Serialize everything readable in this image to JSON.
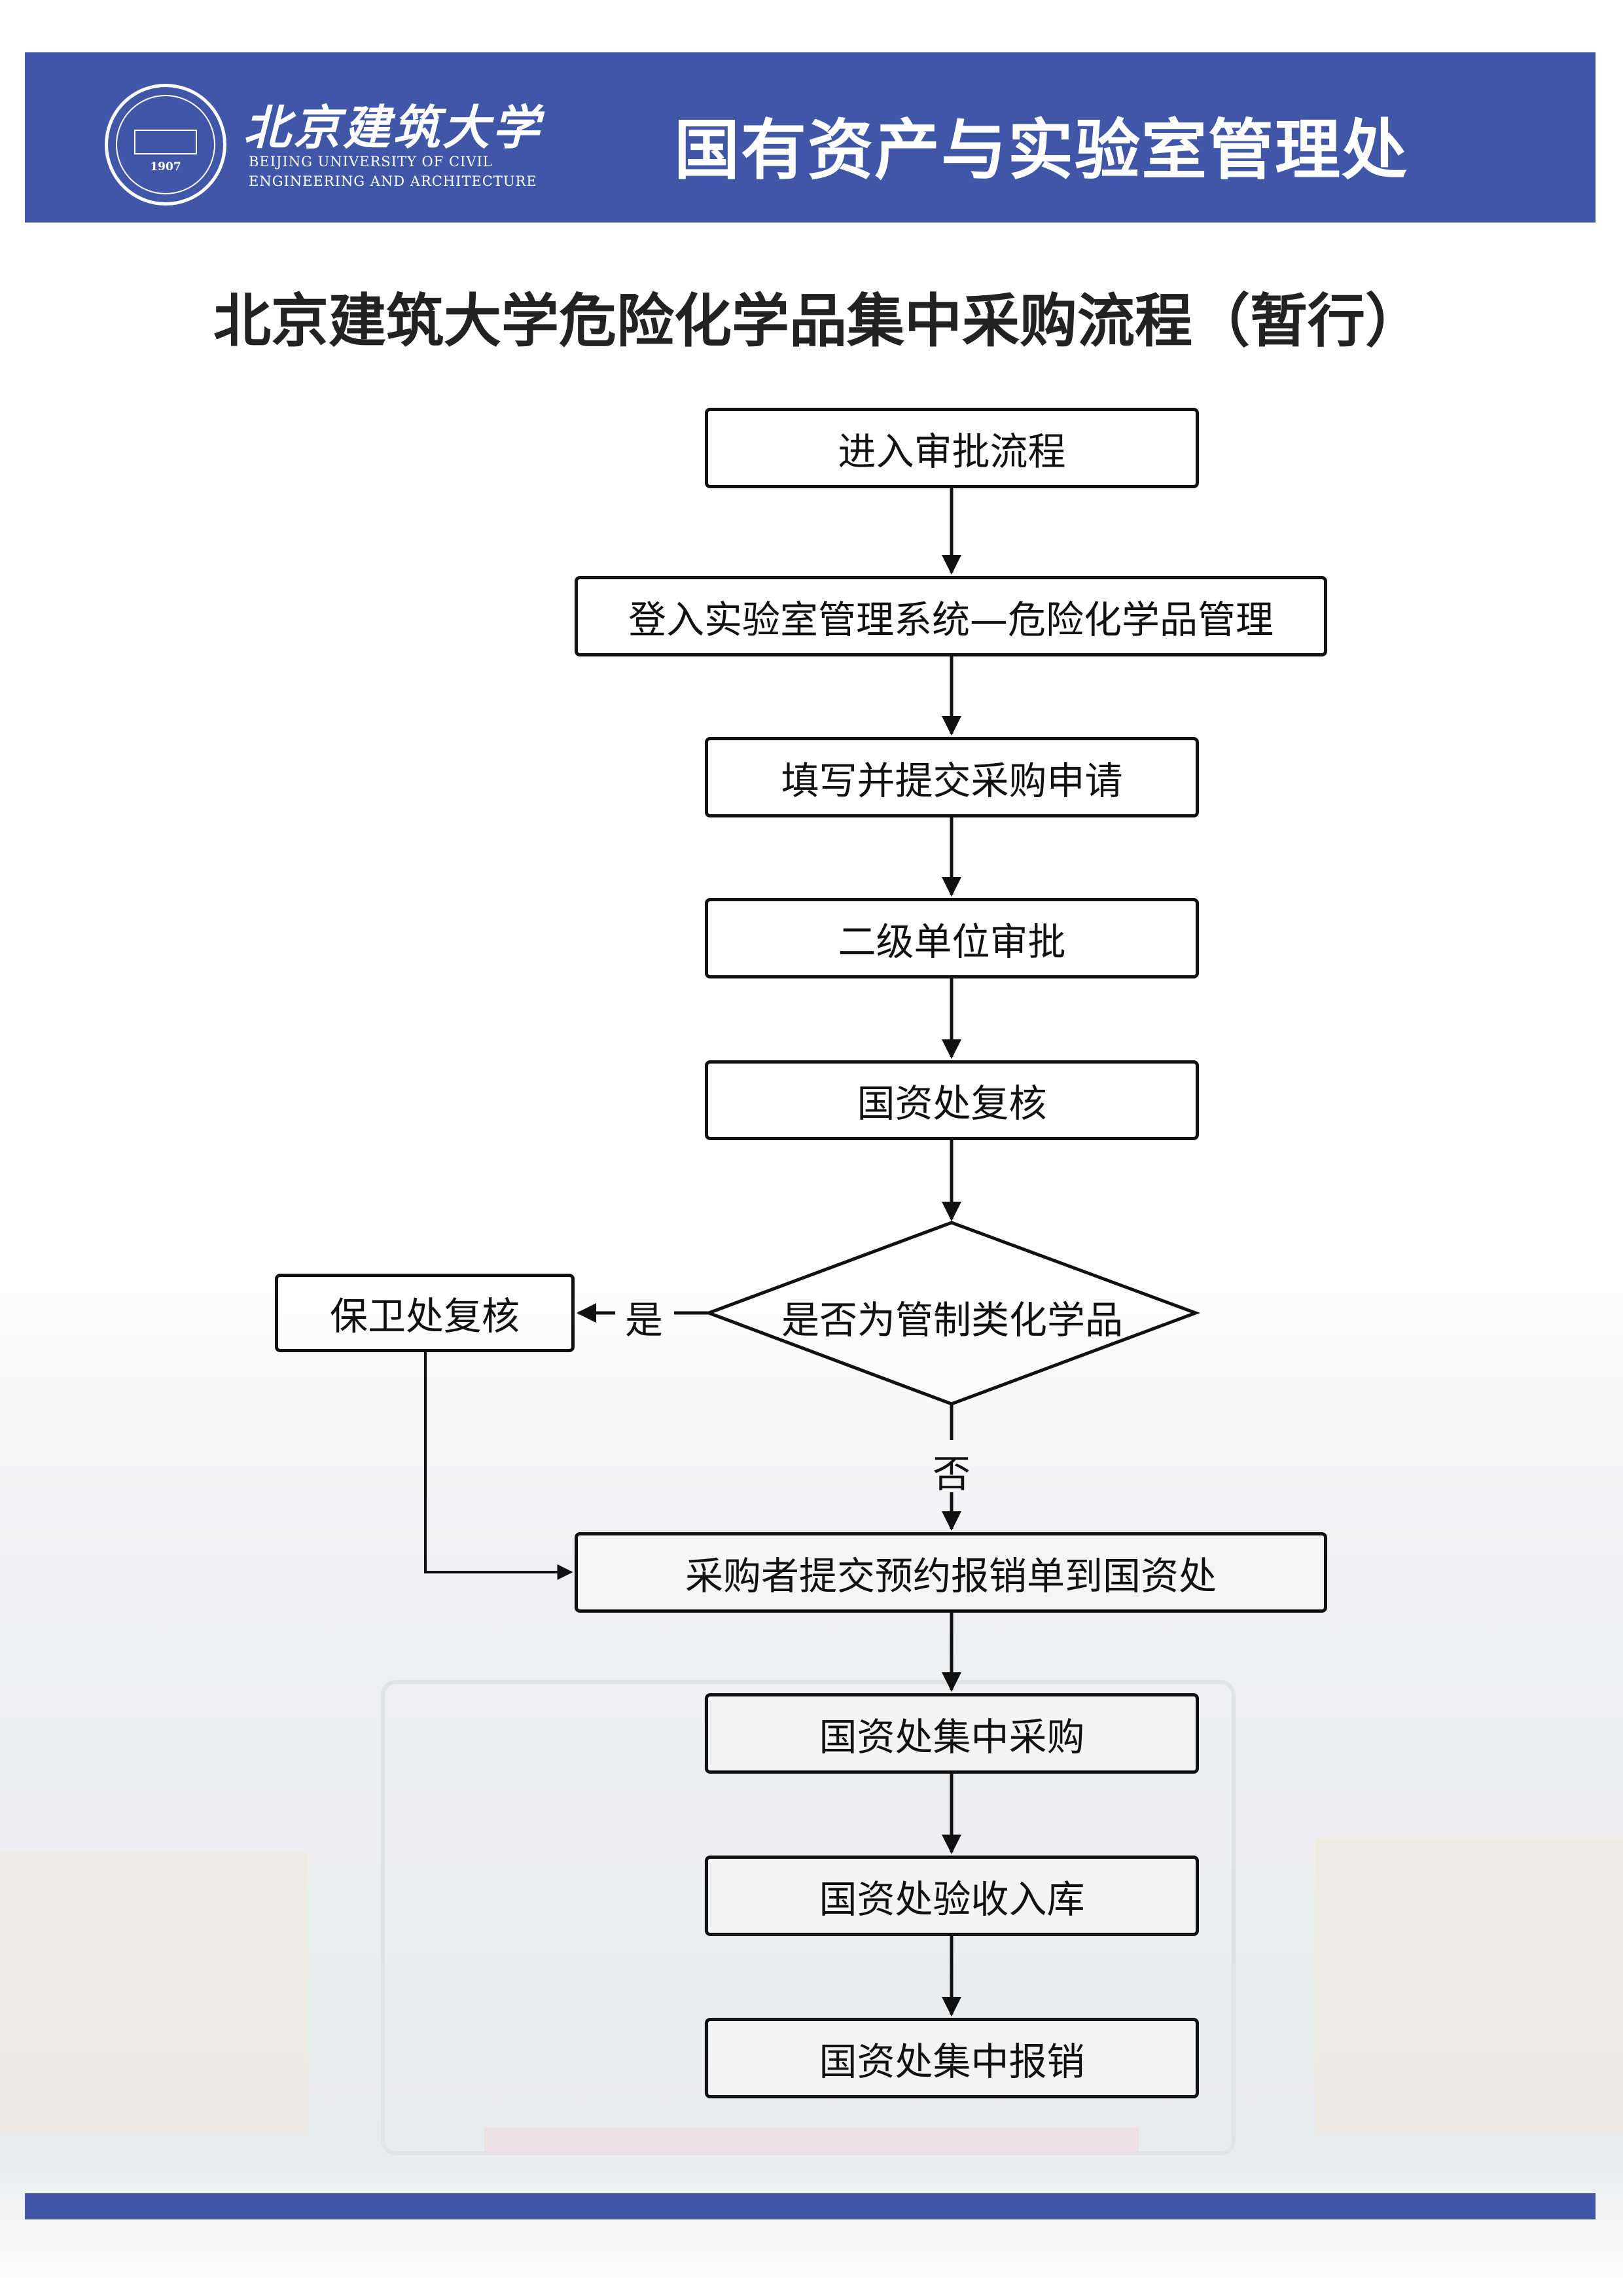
{
  "header": {
    "logo_cn": "北京建筑大学",
    "logo_en_line1": "BEIJING UNIVERSITY OF CIVIL",
    "logo_en_line2": "ENGINEERING AND ARCHITECTURE",
    "seal_year": "1907",
    "department": "国有资产与实验室管理处"
  },
  "title": "北京建筑大学危险化学品集中采购流程（暂行）",
  "flow": {
    "step1": "进入审批流程",
    "step2": "登入实验室管理系统—危险化学品管理",
    "step3": "填写并提交采购申请",
    "step4": "二级单位审批",
    "step5": "国资处复核",
    "decision": "是否为管制类化学品",
    "yes_label": "是",
    "no_label": "否",
    "security_review": "保卫处复核",
    "step6": "采购者提交预约报销单到国资处",
    "step7": "国资处集中采购",
    "step8": "国资处验收入库",
    "step9": "国资处集中报销"
  },
  "colors": {
    "brand": "#4056a6"
  }
}
